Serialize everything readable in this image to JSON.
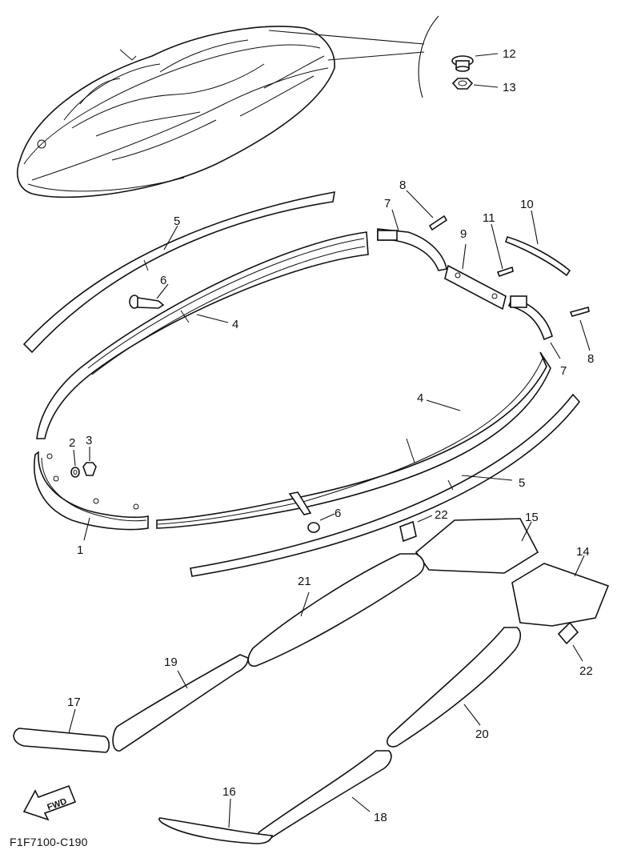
{
  "callouts": {
    "p1": "1",
    "p2": "2",
    "p3": "3",
    "p4a": "4",
    "p4b": "4",
    "p5a": "5",
    "p5b": "5",
    "p6a": "6",
    "p6b": "6",
    "p7a": "7",
    "p7b": "7",
    "p8a": "8",
    "p8b": "8",
    "p9": "9",
    "p10": "10",
    "p11": "11",
    "p12": "12",
    "p13": "13",
    "p14": "14",
    "p15": "15",
    "p16": "16",
    "p17": "17",
    "p18": "18",
    "p19": "19",
    "p20": "20",
    "p21": "21",
    "p22a": "22",
    "p22b": "22"
  },
  "fwd_label": "FWD",
  "figure_code": "F1F7100-C190"
}
